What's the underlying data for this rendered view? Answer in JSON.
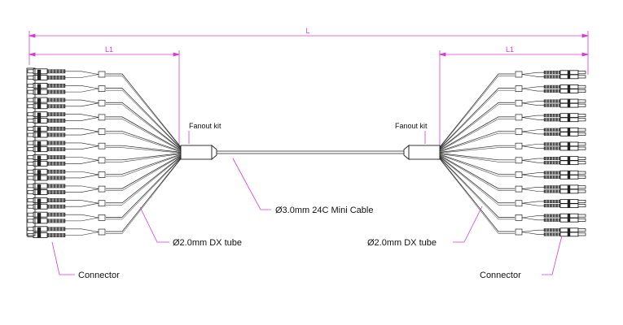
{
  "labels": {
    "length_total": "L",
    "length_left": "L1",
    "length_right": "L1",
    "fanout_left": "Fanout kit",
    "fanout_right": "Fanout kit",
    "cable": "Ø3.0mm 24C  Mini Cable",
    "tube_left": "Ø2.0mm DX tube",
    "tube_right": "Ø2.0mm DX tube",
    "connector_left": "Connector",
    "connector_right": "Connector"
  },
  "colors": {
    "dimension": "#d63bd6",
    "line": "#222222",
    "text": "#111111"
  },
  "breakout": {
    "duplex_connectors_per_side": 12
  }
}
